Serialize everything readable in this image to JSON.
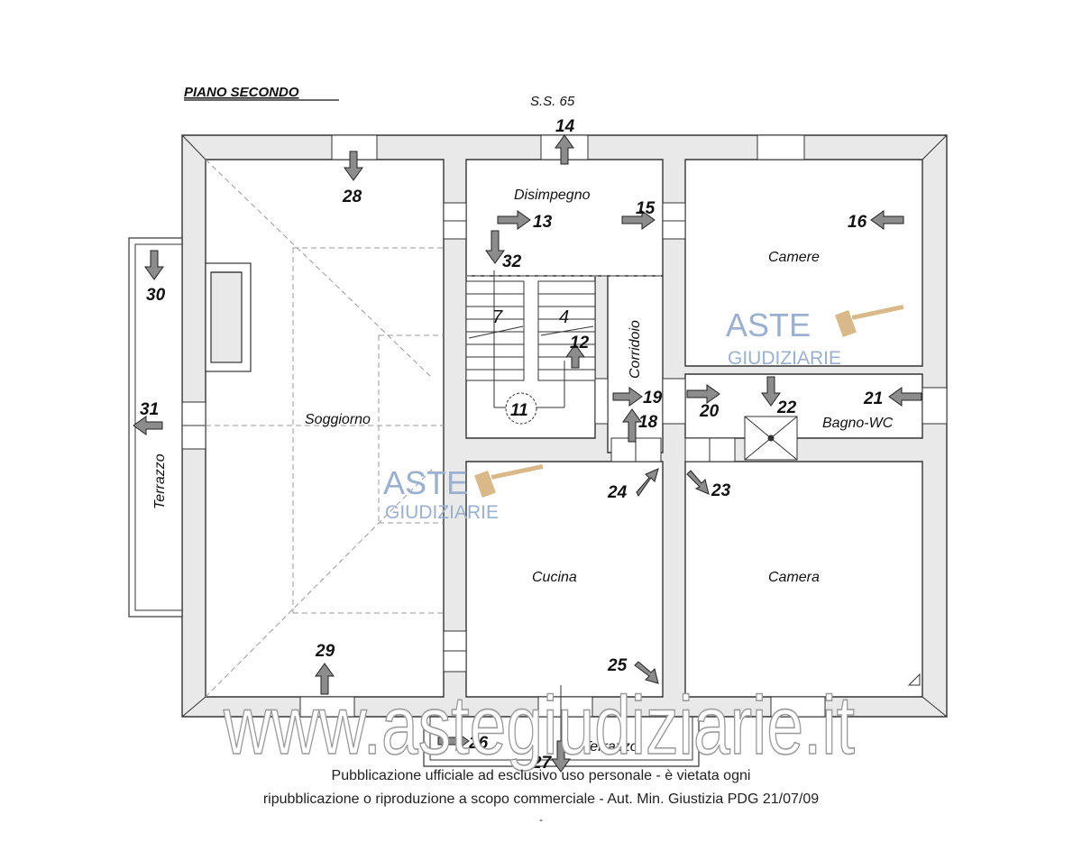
{
  "title": "PIANO SECONDO",
  "road": "S.S. 65",
  "rooms": {
    "disimpegno": "Disimpegno",
    "camera_top": "Camere",
    "corridoio": "Corridoio",
    "soggiorno": "Soggiorno",
    "bagno": "Bagno-WC",
    "cucina": "Cucina",
    "camera_bottom": "Camera",
    "terrazzo_left": "Terrazzo",
    "terrazzo_bottom": "Terrazzo"
  },
  "stairs": {
    "flight_a": "7",
    "flight_b": "4",
    "landing": "11"
  },
  "photo_points": {
    "p11": "11",
    "p12": "12",
    "p13": "13",
    "p14": "14",
    "p15": "15",
    "p16": "16",
    "p18": "18",
    "p19": "19",
    "p20": "20",
    "p21": "21",
    "p22": "22",
    "p23": "23",
    "p24": "24",
    "p25": "25",
    "p26": "26",
    "p27": "27",
    "p28": "28",
    "p29": "29",
    "p30": "30",
    "p31": "31",
    "p32": "32"
  },
  "watermarks": {
    "aste": "ASTE",
    "giudiziarie": "GIUDIZIARIE",
    "site": "www.astegiudiziarie.it"
  },
  "footer": {
    "line1": "Pubblicazione ufficiale ad esclusivo uso personale - è vietata ogni",
    "line2": "ripubblicazione o riproduzione a scopo commerciale - Aut. Min. Giustizia PDG 21/07/09",
    "mark": "-"
  },
  "colors": {
    "wall_fill": "#e9e9e9",
    "wall_stroke": "#333333",
    "arrow_fill": "#8c8c8c",
    "watermark_blue": "#9bb0cf",
    "watermark_gold": "#d9b98a"
  }
}
